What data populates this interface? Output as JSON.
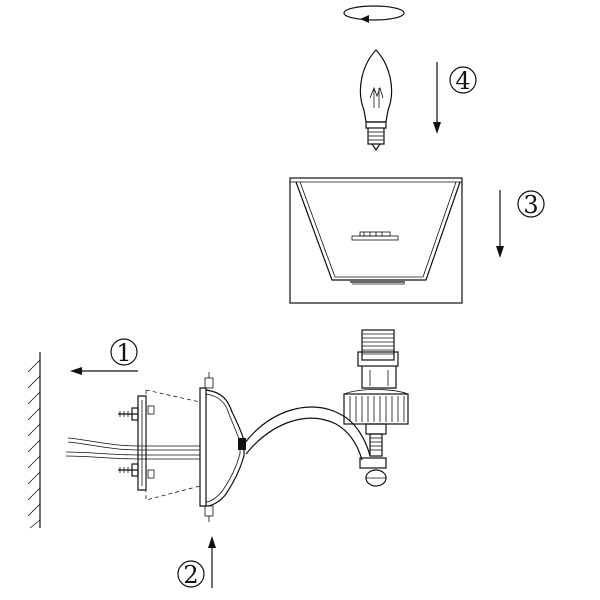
{
  "steps": [
    {
      "number": "1"
    },
    {
      "number": "2"
    },
    {
      "number": "3"
    },
    {
      "number": "4"
    }
  ]
}
